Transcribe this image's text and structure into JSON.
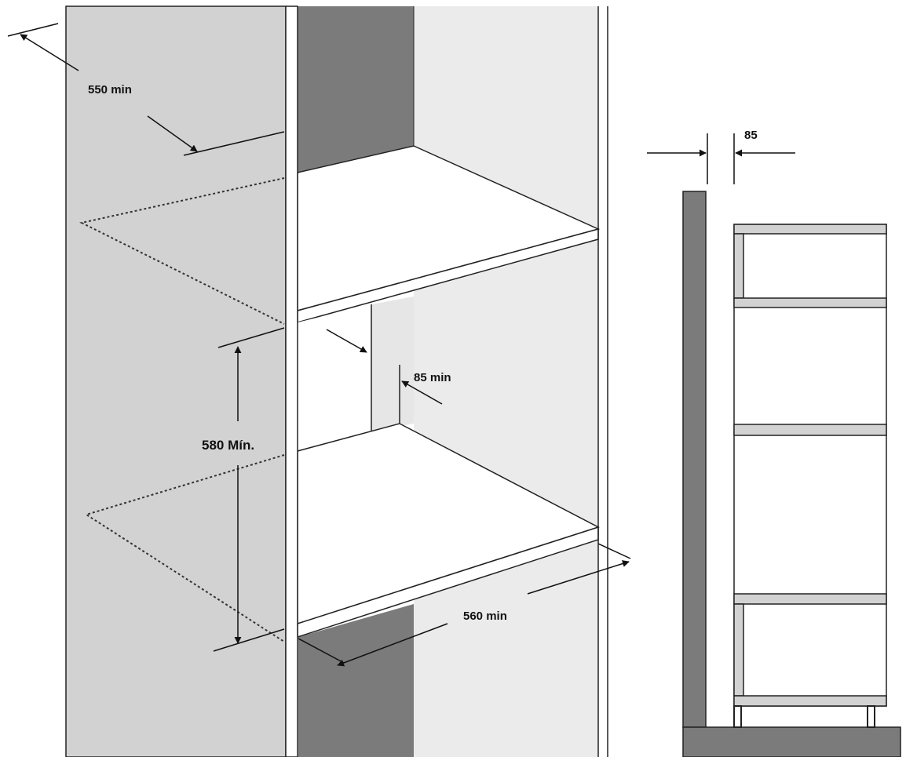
{
  "dimensions": {
    "depth_min": "550 min",
    "height_min": "580 Mín.",
    "rear_gap_min": "85 min",
    "width_min": "560 min",
    "side_gap": "85"
  }
}
